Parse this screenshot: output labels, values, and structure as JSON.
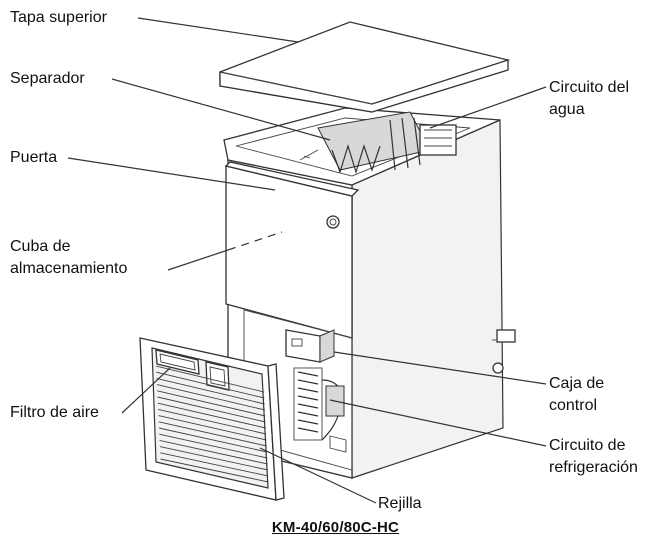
{
  "labels": {
    "tapa_superior": "Tapa superior",
    "separador": "Separador",
    "circuito_agua_1": "Circuito del",
    "circuito_agua_2": "agua",
    "puerta": "Puerta",
    "cuba_1": "Cuba de",
    "cuba_2": "almacenamiento",
    "caja_1": "Caja de",
    "caja_2": "control",
    "filtro": "Filtro de aire",
    "circuito_refr_1": "Circuito de",
    "circuito_refr_2": "refrigeración",
    "rejilla": "Rejilla"
  },
  "caption": "KM-40/60/80C-HC",
  "icons": [
    "ice-machine-illustration"
  ]
}
